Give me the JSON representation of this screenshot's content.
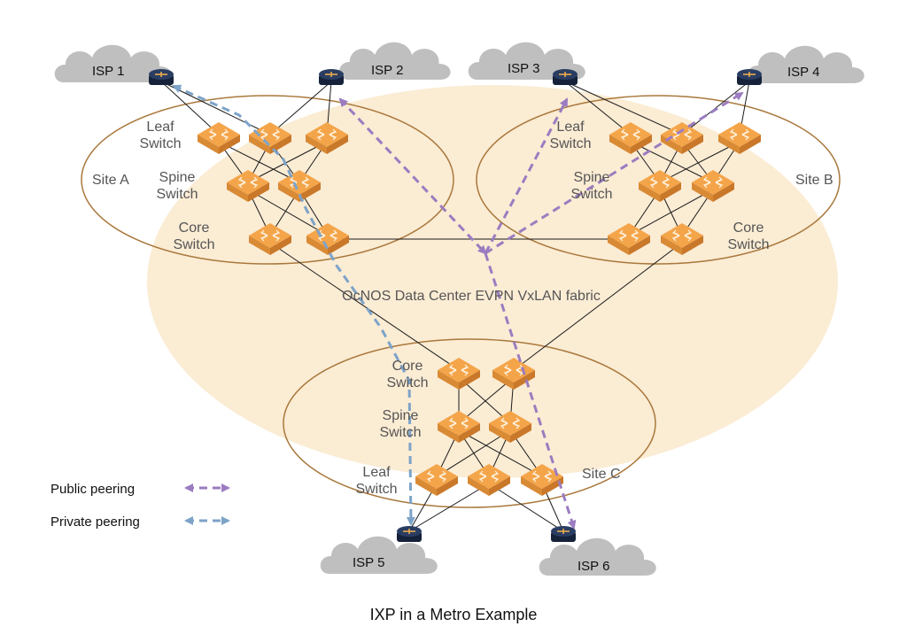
{
  "title": "IXP in a Metro Example",
  "fabric_label": "OcNOS Data Center EVPN VxLAN fabric",
  "sites": {
    "a": {
      "name": "Site A",
      "leaf": [
        "Leaf",
        "Switch"
      ],
      "spine": [
        "Spine",
        "Switch"
      ],
      "core": [
        "Core",
        "Switch"
      ]
    },
    "b": {
      "name": "Site B",
      "leaf": [
        "Leaf",
        "Switch"
      ],
      "spine": [
        "Spine",
        "Switch"
      ],
      "core": [
        "Core",
        "Switch"
      ]
    },
    "c": {
      "name": "Site C",
      "leaf": [
        "Leaf",
        "Switch"
      ],
      "spine": [
        "Spine",
        "Switch"
      ],
      "core": [
        "Core",
        "Switch"
      ]
    }
  },
  "isps": [
    "ISP 1",
    "ISP 2",
    "ISP 3",
    "ISP 4",
    "ISP 5",
    "ISP 6"
  ],
  "legend": {
    "public": {
      "label": "Public peering",
      "color": "#9b7cc0"
    },
    "private": {
      "label": "Private peering",
      "color": "#7da3c8"
    }
  },
  "colors": {
    "fabric_fill": "#fbecd4",
    "site_ring": "#a9783c",
    "switch_top": "#f4a54a",
    "switch_side": "#c9782a",
    "router": "#1f2f4f",
    "cloud": "#bfbfbf"
  }
}
